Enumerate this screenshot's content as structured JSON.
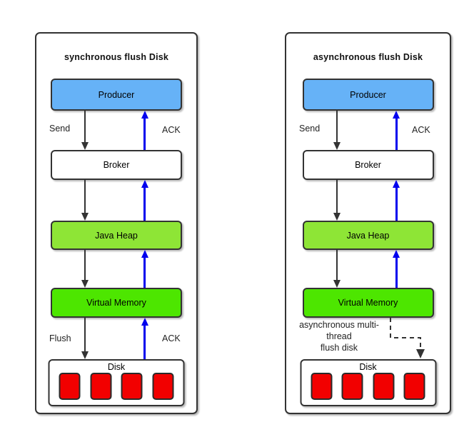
{
  "colors": {
    "producer_fill": "#66b2f7",
    "broker_fill": "#ffffff",
    "java_heap_fill": "#8ee536",
    "virtual_memory_fill": "#4de600",
    "disk_fill": "#ffffff",
    "disk_block_fill": "#f20000",
    "down_arrow": "#333333",
    "up_arrow": "#0000ee",
    "box_border": "#333333"
  },
  "panels": [
    {
      "title": "synchronous flush Disk",
      "producer": "Producer",
      "broker": "Broker",
      "java_heap": "Java Heap",
      "virtual_memory": "Virtual Memory",
      "disk": "Disk",
      "labels": {
        "send": "Send",
        "ack_top": "ACK",
        "flush": "Flush",
        "ack_bottom": "ACK"
      }
    },
    {
      "title": "asynchronous flush Disk",
      "producer": "Producer",
      "broker": "Broker",
      "java_heap": "Java Heap",
      "virtual_memory": "Virtual Memory",
      "disk": "Disk",
      "labels": {
        "send": "Send",
        "ack_top": "ACK",
        "note_lines": [
          "asynchronous multi-",
          "thread",
          "flush disk"
        ]
      }
    }
  ]
}
